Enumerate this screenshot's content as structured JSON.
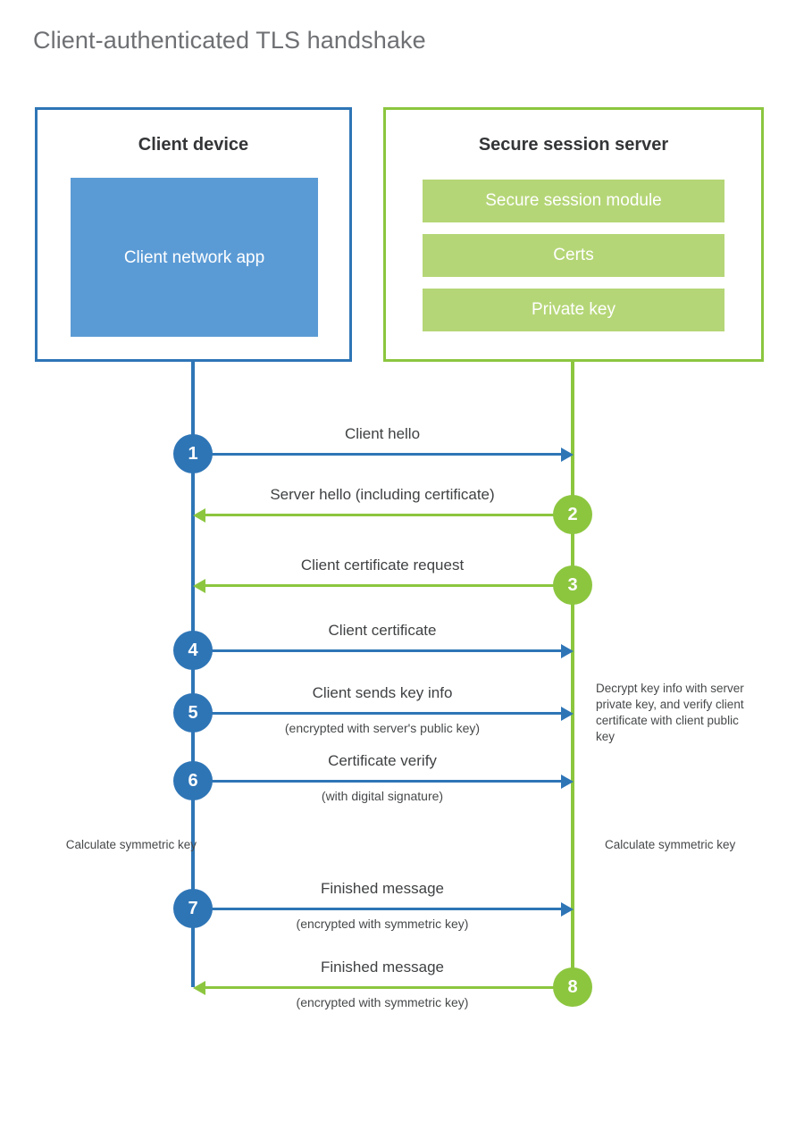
{
  "page": {
    "title": "Client-authenticated TLS handshake"
  },
  "colors": {
    "client_blue": "#2e75b6",
    "client_app_blue": "#5b9bd5",
    "server_green": "#8cc63f",
    "server_module_green": "#b5d677",
    "title_gray": "#6e7073",
    "text_gray": "#3f4143"
  },
  "actors": {
    "client": {
      "title": "Client device",
      "app_label": "Client network app"
    },
    "server": {
      "title": "Secure session server",
      "modules": [
        "Secure session module",
        "Certs",
        "Private key"
      ]
    }
  },
  "messages": [
    {
      "step": "1",
      "label": "Client hello",
      "sublabel": "",
      "direction": "client-to-server"
    },
    {
      "step": "2",
      "label": "Server hello (including certificate)",
      "sublabel": "",
      "direction": "server-to-client"
    },
    {
      "step": "3",
      "label": "Client certificate request",
      "sublabel": "",
      "direction": "server-to-client"
    },
    {
      "step": "4",
      "label": "Client certificate",
      "sublabel": "",
      "direction": "client-to-server"
    },
    {
      "step": "5",
      "label": "Client sends key info",
      "sublabel": "(encrypted with server's public key)",
      "direction": "client-to-server"
    },
    {
      "step": "6",
      "label": "Certificate verify",
      "sublabel": "(with digital signature)",
      "direction": "client-to-server"
    },
    {
      "step": "7",
      "label": "Finished message",
      "sublabel": "(encrypted with symmetric key)",
      "direction": "client-to-server"
    },
    {
      "step": "8",
      "label": "Finished message",
      "sublabel": "(encrypted with symmetric key)",
      "direction": "server-to-client"
    }
  ],
  "notes": {
    "decrypt": "Decrypt key info with server private key, and verify client certificate with client public key",
    "calculate_client": "Calculate symmetric key",
    "calculate_server": "Calculate symmetric key"
  }
}
